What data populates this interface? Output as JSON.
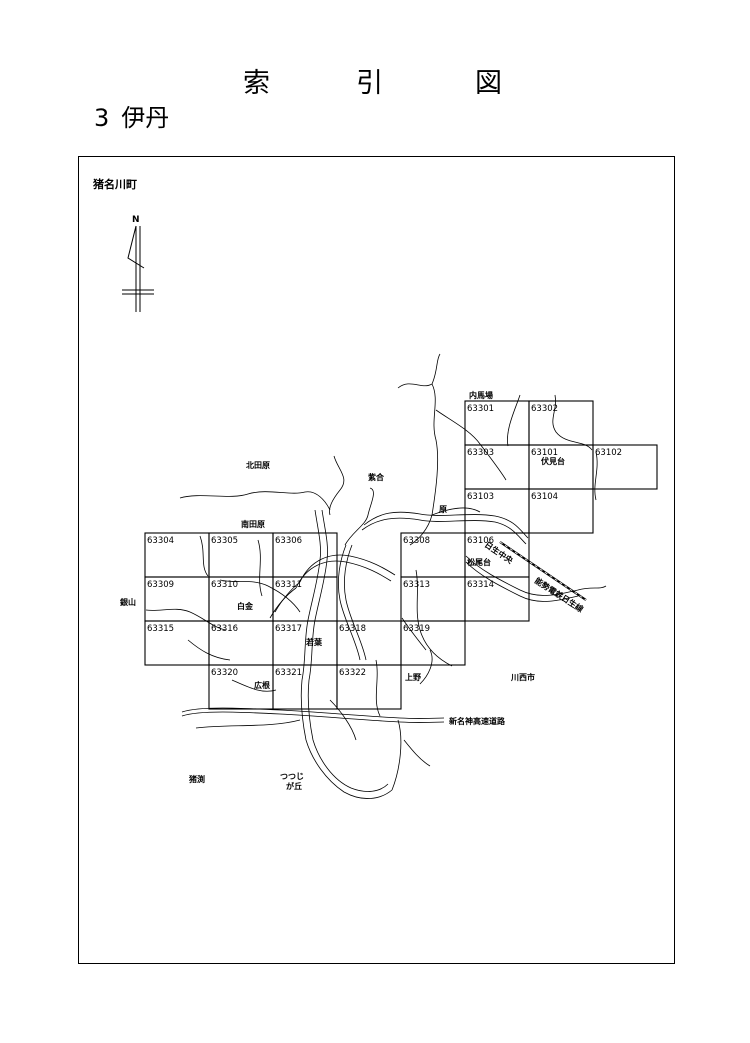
{
  "header": {
    "title_chars": [
      "索",
      "引",
      "図"
    ],
    "number": "3",
    "area": "伊丹"
  },
  "map": {
    "town": "猪名川町",
    "north": "N",
    "tiles": [
      "63301",
      "63302",
      "63303",
      "63101",
      "63102",
      "63103",
      "63104",
      "63304",
      "63305",
      "63306",
      "63308",
      "63106",
      "63309",
      "63310",
      "63311",
      "63313",
      "63314",
      "63315",
      "63316",
      "63317",
      "63318",
      "63319",
      "63320",
      "63321",
      "63322"
    ],
    "places": {
      "uchiumaba": "内馬場",
      "fushimidai": "伏見台",
      "kitatahara": "北田原",
      "shigo": "紫合",
      "hara": "原",
      "minamitahara": "南田原",
      "matsuodai": "松尾台",
      "ginzan": "銀山",
      "shirogane": "白金",
      "wakaba": "若葉",
      "hirone": "広根",
      "kamino": "上野",
      "kawanishi": "川西市",
      "expressway": "新名神高速道路",
      "inobuchi": "猪渕",
      "tsutsuji1": "つつじ",
      "tsutsuji2": "が丘",
      "nissei_station": "日生中央",
      "nose_line": "能勢電鉄日生線"
    }
  }
}
